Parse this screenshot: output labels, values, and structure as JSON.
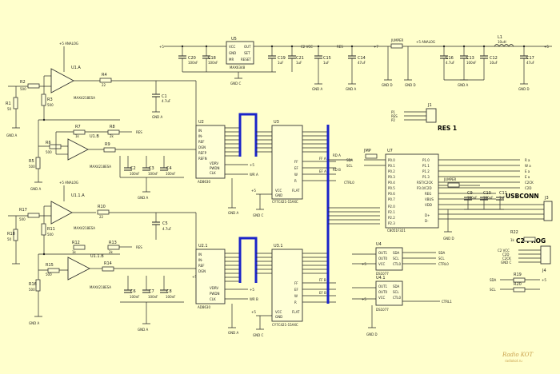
{
  "designators": {
    "u5": "U5",
    "u1a": "U1.A",
    "u1b": "U1.B",
    "u11a": "U1.1.A",
    "u11b": "U1.1.B",
    "u2": "U2",
    "u21": "U2.1",
    "u3": "U3",
    "u31": "U3.1",
    "u4": "U4",
    "u41": "U4.1",
    "u7": "U7",
    "j1": "J1",
    "j3": "J3",
    "j4": "J4",
    "l1": "L1",
    "r1": "R1",
    "r2": "R2",
    "r3": "R3",
    "r4": "R4",
    "r5": "R5",
    "r6": "R6",
    "r7": "R7",
    "r8": "R8",
    "r9": "R9",
    "r10": "R10",
    "r11": "R11",
    "r12": "R12",
    "r13": "R13",
    "r14": "R14",
    "r15": "R15",
    "r16": "R16",
    "r17": "R17",
    "r18": "R18",
    "r19": "R19",
    "r20": "R20",
    "r22": "R22",
    "c1": "C1",
    "c2": "C2",
    "c3": "C3",
    "c4": "C4",
    "c5": "C5",
    "c6": "C6",
    "c7": "C7",
    "c8": "C8",
    "c9": "C9",
    "c10": "C10",
    "c11": "C11",
    "c12": "C12",
    "c13": "C13",
    "c14": "C14",
    "c15": "C15",
    "c16": "C16",
    "c17": "C17",
    "c18": "C18",
    "c19": "C19",
    "c20": "C20",
    "c21": "C21",
    "jmp": "JMP",
    "jumper": "JUMPER"
  },
  "connectors": {
    "res1": "RES 1",
    "usbconn": "USBCONN",
    "c2prog": "C2 PROG"
  },
  "parts": {
    "u5": "MAX6348",
    "opamp": "MAX4218ESA",
    "adc": "AD8630",
    "fifo": "CY7C421-15AXC",
    "u4": "DS1077",
    "u7": "C8051F321"
  },
  "nets": {
    "analog_vcc": "+5 ANALOG",
    "plus5": "+5",
    "c2vcc": "C2 VCC",
    "res": "RES",
    "plus7": "+7",
    "gnd_a": "GND A",
    "gnd_d": "GND D",
    "gnd_c": "GND C",
    "wr_a": "WR A",
    "rd_a": "RD A",
    "wr_b": "WR B",
    "rd_b": "RD B",
    "ff_a": "FF A",
    "ef_a": "EF A",
    "ff_b": "FF B",
    "ef_b": "EF B",
    "sda": "SDA",
    "scl": "SCL",
    "ctrl0": "CTRL0",
    "ctrl1": "CTRL1",
    "c2ck": "C2CK",
    "c2d": "C2D"
  },
  "values": {
    "r_small": "50",
    "r_500": "500",
    "r_1k": "1k",
    "r_2k": "2k",
    "r_22": "22",
    "c_100n": "100nF",
    "c_47u": "47uF",
    "c_1u": "1uF",
    "c_10u": "10uF",
    "c_47n": "4.7uF",
    "l_val": "10uH"
  },
  "watermark": {
    "brand": "Radio KOT",
    "site": "radiokot.ru"
  }
}
